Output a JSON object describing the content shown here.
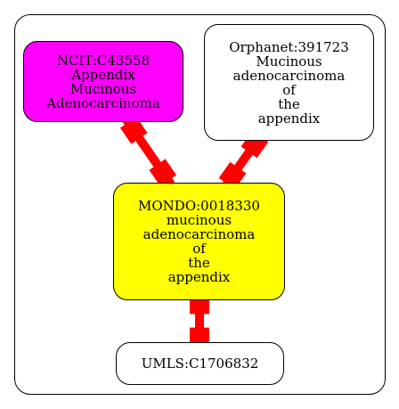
{
  "colors": {
    "edge": "#ff0000",
    "border": "#000000",
    "background": "#ffffff"
  },
  "nodes": {
    "ncit": {
      "lines": [
        "NCIT:C43558",
        "Appendix",
        "Mucinous",
        "Adenocarcinoma"
      ],
      "fill": "#ff00ff"
    },
    "orphanet": {
      "lines": [
        "Orphanet:391723",
        "Mucinous",
        "adenocarcinoma",
        "of",
        "the",
        "appendix"
      ],
      "fill": "#ffffff"
    },
    "mondo": {
      "lines": [
        "MONDO:0018330",
        "mucinous",
        "adenocarcinoma",
        "of",
        "the",
        "appendix"
      ],
      "fill": "#ffff00"
    },
    "umls": {
      "lines": [
        "UMLS:C1706832"
      ],
      "fill": "#ffffff"
    }
  },
  "edges": [
    {
      "from": "ncit",
      "to": "mondo"
    },
    {
      "from": "orphanet",
      "to": "mondo"
    },
    {
      "from": "mondo",
      "to": "umls"
    }
  ]
}
